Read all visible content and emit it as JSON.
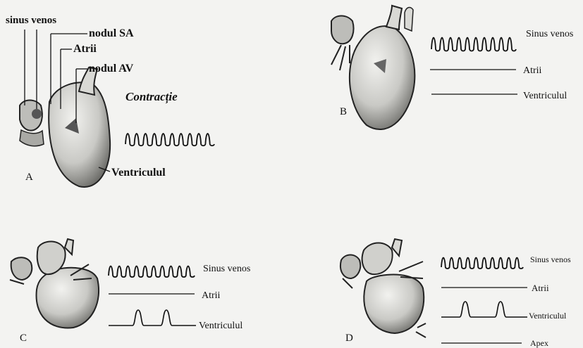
{
  "panels": {
    "A": {
      "letter": "A",
      "labels": {
        "sinus_venos": "sinus venos",
        "nodul_sa": "nodul SA",
        "atrii": "Atrii",
        "nodul_av": "nodul AV",
        "contractie": "Contracție",
        "ventriculul": "Ventriculul"
      }
    },
    "B": {
      "letter": "B",
      "traces": [
        "Sinus venos",
        "Atrii",
        "Ventriculul"
      ]
    },
    "C": {
      "letter": "C",
      "traces": [
        "Sinus venos",
        "Atrii",
        "Ventriculul"
      ]
    },
    "D": {
      "letter": "D",
      "traces": [
        "Sinus venos",
        "Atrii",
        "Ventriculul",
        "Apex"
      ]
    }
  },
  "colors": {
    "ink": "#111111",
    "heart_fill": "#cfcfcc",
    "heart_shade": "#8a8a86",
    "node": "#555555"
  }
}
